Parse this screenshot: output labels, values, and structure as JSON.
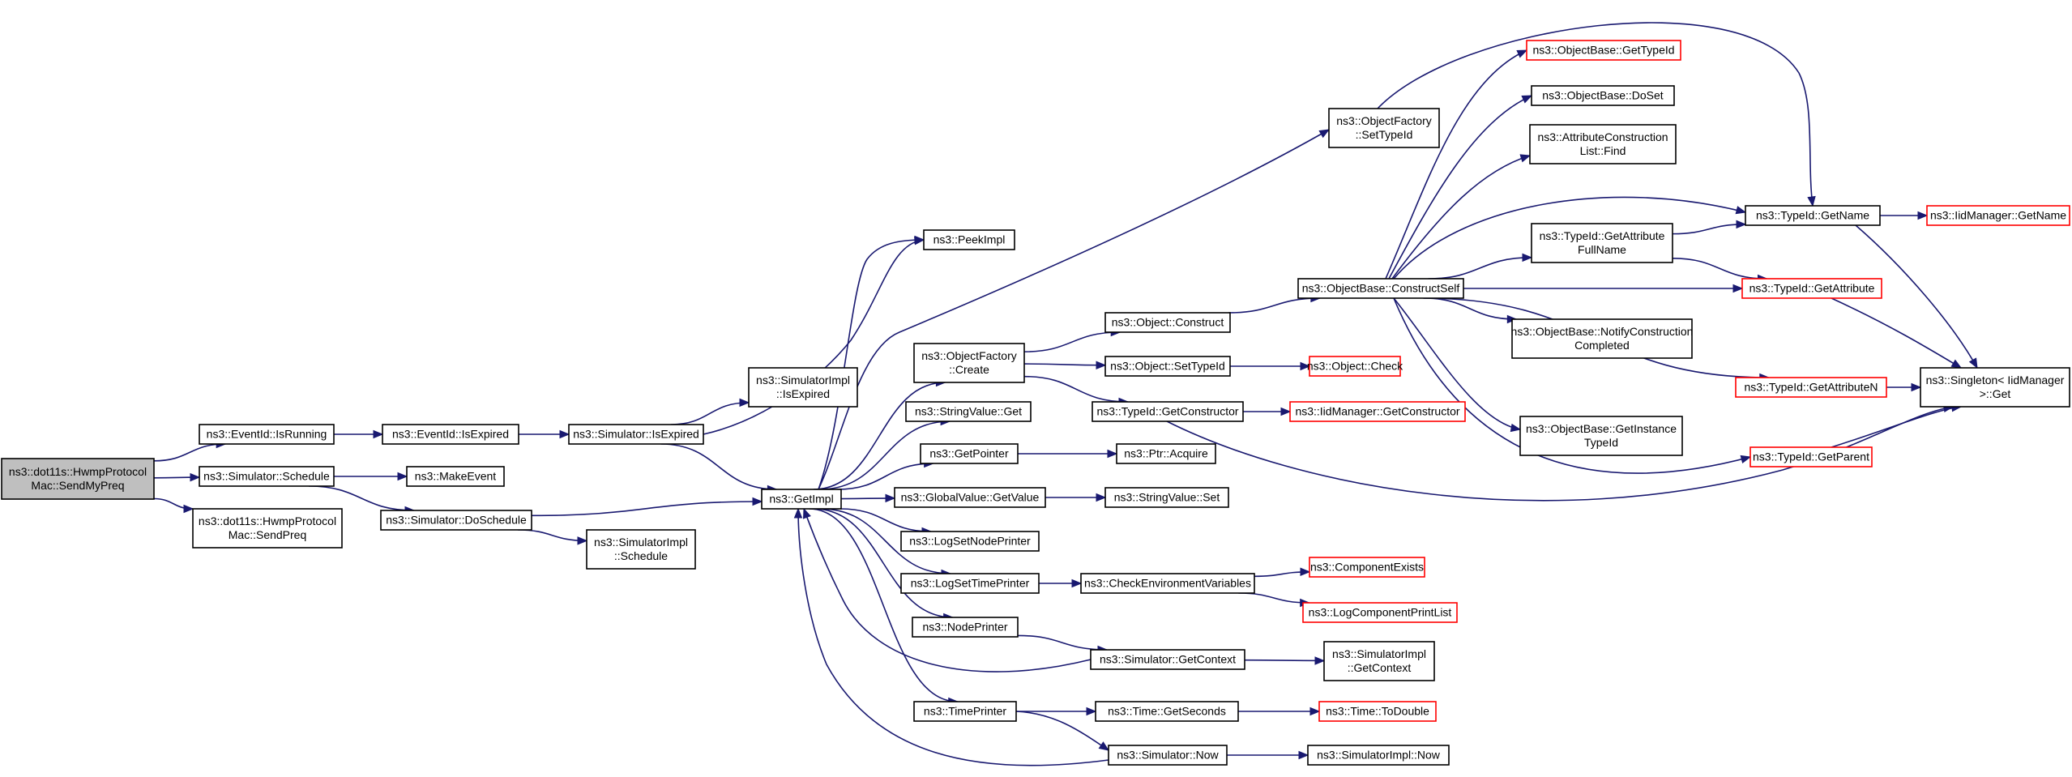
{
  "diagram": {
    "nodes": [
      {
        "id": "root",
        "lines": [
          "ns3::dot11s::HwmpProtocol",
          "Mac::SendMyPreq"
        ],
        "style": "root"
      },
      {
        "id": "evIsRunning",
        "lines": [
          "ns3::EventId::IsRunning"
        ]
      },
      {
        "id": "simSchedule",
        "lines": [
          "ns3::Simulator::Schedule"
        ]
      },
      {
        "id": "sendPreq",
        "lines": [
          "ns3::dot11s::HwmpProtocol",
          "Mac::SendPreq"
        ]
      },
      {
        "id": "evIsExpired",
        "lines": [
          "ns3::EventId::IsExpired"
        ]
      },
      {
        "id": "makeEvent",
        "lines": [
          "ns3::MakeEvent"
        ]
      },
      {
        "id": "doSchedule",
        "lines": [
          "ns3::Simulator::DoSchedule"
        ]
      },
      {
        "id": "simIsExpired",
        "lines": [
          "ns3::Simulator::IsExpired"
        ]
      },
      {
        "id": "implIsExpired",
        "lines": [
          "ns3::SimulatorImpl",
          "::IsExpired"
        ]
      },
      {
        "id": "implSchedule",
        "lines": [
          "ns3::SimulatorImpl",
          "::Schedule"
        ]
      },
      {
        "id": "getImpl",
        "lines": [
          "ns3::GetImpl"
        ]
      },
      {
        "id": "peekImpl",
        "lines": [
          "ns3::PeekImpl"
        ]
      },
      {
        "id": "ofCreate",
        "lines": [
          "ns3::ObjectFactory",
          "::Create"
        ]
      },
      {
        "id": "svGet",
        "lines": [
          "ns3::StringValue::Get"
        ]
      },
      {
        "id": "getPointer",
        "lines": [
          "ns3::GetPointer"
        ]
      },
      {
        "id": "gvGetValue",
        "lines": [
          "ns3::GlobalValue::GetValue"
        ]
      },
      {
        "id": "logNode",
        "lines": [
          "ns3::LogSetNodePrinter"
        ]
      },
      {
        "id": "logTime",
        "lines": [
          "ns3::LogSetTimePrinter"
        ]
      },
      {
        "id": "nodePrinter",
        "lines": [
          "ns3::NodePrinter"
        ]
      },
      {
        "id": "timePrinter",
        "lines": [
          "ns3::TimePrinter"
        ]
      },
      {
        "id": "ofSetTypeId",
        "lines": [
          "ns3::ObjectFactory",
          "::SetTypeId"
        ]
      },
      {
        "id": "objConstruct",
        "lines": [
          "ns3::Object::Construct"
        ]
      },
      {
        "id": "objSetTypeId",
        "lines": [
          "ns3::Object::SetTypeId"
        ]
      },
      {
        "id": "tidGetCtor",
        "lines": [
          "ns3::TypeId::GetConstructor"
        ]
      },
      {
        "id": "ptrAcquire",
        "lines": [
          "ns3::Ptr::Acquire"
        ]
      },
      {
        "id": "svSet",
        "lines": [
          "ns3::StringValue::Set"
        ]
      },
      {
        "id": "checkEnv",
        "lines": [
          "ns3::CheckEnvironmentVariables"
        ]
      },
      {
        "id": "simGetContext",
        "lines": [
          "ns3::Simulator::GetContext"
        ]
      },
      {
        "id": "timeGetSeconds",
        "lines": [
          "ns3::Time::GetSeconds"
        ]
      },
      {
        "id": "simNow",
        "lines": [
          "ns3::Simulator::Now"
        ]
      },
      {
        "id": "obConstructSelf",
        "lines": [
          "ns3::ObjectBase::ConstructSelf"
        ]
      },
      {
        "id": "objCheck",
        "lines": [
          "ns3::Object::Check"
        ],
        "style": "red"
      },
      {
        "id": "iidGetCtor",
        "lines": [
          "ns3::IidManager::GetConstructor"
        ],
        "style": "red"
      },
      {
        "id": "compExists",
        "lines": [
          "ns3::ComponentExists"
        ],
        "style": "red"
      },
      {
        "id": "logCompPrint",
        "lines": [
          "ns3::LogComponentPrintList"
        ],
        "style": "red"
      },
      {
        "id": "implGetContext",
        "lines": [
          "ns3::SimulatorImpl",
          "::GetContext"
        ]
      },
      {
        "id": "timeToDouble",
        "lines": [
          "ns3::Time::ToDouble"
        ],
        "style": "red"
      },
      {
        "id": "implNow",
        "lines": [
          "ns3::SimulatorImpl::Now"
        ]
      },
      {
        "id": "obGetTypeId",
        "lines": [
          "ns3::ObjectBase::GetTypeId"
        ],
        "style": "red"
      },
      {
        "id": "obDoSet",
        "lines": [
          "ns3::ObjectBase::DoSet"
        ]
      },
      {
        "id": "attrFind",
        "lines": [
          "ns3::AttributeConstruction",
          "List::Find"
        ]
      },
      {
        "id": "tidGetAttrFull",
        "lines": [
          "ns3::TypeId::GetAttribute",
          "FullName"
        ]
      },
      {
        "id": "obNotify",
        "lines": [
          "ns3::ObjectBase::NotifyConstruction",
          "Completed"
        ]
      },
      {
        "id": "obGetInstance",
        "lines": [
          "ns3::ObjectBase::GetInstance",
          "TypeId"
        ]
      },
      {
        "id": "tidGetName",
        "lines": [
          "ns3::TypeId::GetName"
        ]
      },
      {
        "id": "tidGetAttr",
        "lines": [
          "ns3::TypeId::GetAttribute"
        ],
        "style": "red"
      },
      {
        "id": "tidGetAttrN",
        "lines": [
          "ns3::TypeId::GetAttributeN"
        ],
        "style": "red"
      },
      {
        "id": "tidGetParent",
        "lines": [
          "ns3::TypeId::GetParent"
        ],
        "style": "red"
      },
      {
        "id": "iidGetName",
        "lines": [
          "ns3::IidManager::GetName"
        ],
        "style": "red"
      },
      {
        "id": "singletonGet",
        "lines": [
          "ns3::Singleton< IidManager",
          ">::Get"
        ]
      }
    ],
    "edges": [
      [
        "root",
        "evIsRunning"
      ],
      [
        "root",
        "simSchedule"
      ],
      [
        "root",
        "sendPreq"
      ],
      [
        "evIsRunning",
        "evIsExpired"
      ],
      [
        "evIsExpired",
        "simIsExpired"
      ],
      [
        "simSchedule",
        "makeEvent"
      ],
      [
        "simSchedule",
        "doSchedule"
      ],
      [
        "simIsExpired",
        "implIsExpired"
      ],
      [
        "simIsExpired",
        "getImpl"
      ],
      [
        "simIsExpired",
        "peekImpl"
      ],
      [
        "doSchedule",
        "getImpl"
      ],
      [
        "doSchedule",
        "implSchedule"
      ],
      [
        "getImpl",
        "peekImpl"
      ],
      [
        "getImpl",
        "ofCreate"
      ],
      [
        "getImpl",
        "svGet"
      ],
      [
        "getImpl",
        "getPointer"
      ],
      [
        "getImpl",
        "gvGetValue"
      ],
      [
        "getImpl",
        "logNode"
      ],
      [
        "getImpl",
        "logTime"
      ],
      [
        "getImpl",
        "nodePrinter"
      ],
      [
        "getImpl",
        "timePrinter"
      ],
      [
        "getImpl",
        "ofSetTypeId"
      ],
      [
        "ofCreate",
        "objConstruct"
      ],
      [
        "ofCreate",
        "objSetTypeId"
      ],
      [
        "ofCreate",
        "tidGetCtor"
      ],
      [
        "getPointer",
        "ptrAcquire"
      ],
      [
        "gvGetValue",
        "svSet"
      ],
      [
        "logTime",
        "checkEnv"
      ],
      [
        "nodePrinter",
        "simGetContext"
      ],
      [
        "timePrinter",
        "timeGetSeconds"
      ],
      [
        "timePrinter",
        "simNow"
      ],
      [
        "simGetContext",
        "getImpl"
      ],
      [
        "simNow",
        "getImpl"
      ],
      [
        "objConstruct",
        "obConstructSelf"
      ],
      [
        "objSetTypeId",
        "objCheck"
      ],
      [
        "tidGetCtor",
        "iidGetCtor"
      ],
      [
        "tidGetCtor",
        "singletonGet"
      ],
      [
        "checkEnv",
        "compExists"
      ],
      [
        "checkEnv",
        "logCompPrint"
      ],
      [
        "simGetContext",
        "implGetContext"
      ],
      [
        "timeGetSeconds",
        "timeToDouble"
      ],
      [
        "simNow",
        "implNow"
      ],
      [
        "ofSetTypeId",
        "tidGetName"
      ],
      [
        "obConstructSelf",
        "obGetTypeId"
      ],
      [
        "obConstructSelf",
        "obDoSet"
      ],
      [
        "obConstructSelf",
        "attrFind"
      ],
      [
        "obConstructSelf",
        "tidGetName"
      ],
      [
        "obConstructSelf",
        "tidGetAttrFull"
      ],
      [
        "obConstructSelf",
        "tidGetAttr"
      ],
      [
        "obConstructSelf",
        "obNotify"
      ],
      [
        "obConstructSelf",
        "tidGetAttrN"
      ],
      [
        "obConstructSelf",
        "obGetInstance"
      ],
      [
        "obConstructSelf",
        "tidGetParent"
      ],
      [
        "tidGetAttrFull",
        "tidGetName"
      ],
      [
        "tidGetAttrFull",
        "tidGetAttr"
      ],
      [
        "tidGetName",
        "iidGetName"
      ],
      [
        "tidGetName",
        "singletonGet"
      ],
      [
        "tidGetAttr",
        "singletonGet"
      ],
      [
        "tidGetAttrN",
        "singletonGet"
      ],
      [
        "tidGetParent",
        "singletonGet"
      ]
    ],
    "colors": {
      "edge": "#191970",
      "node_border": "#000000",
      "red_border": "#ff0000",
      "root_fill": "#bfbfbf"
    }
  }
}
